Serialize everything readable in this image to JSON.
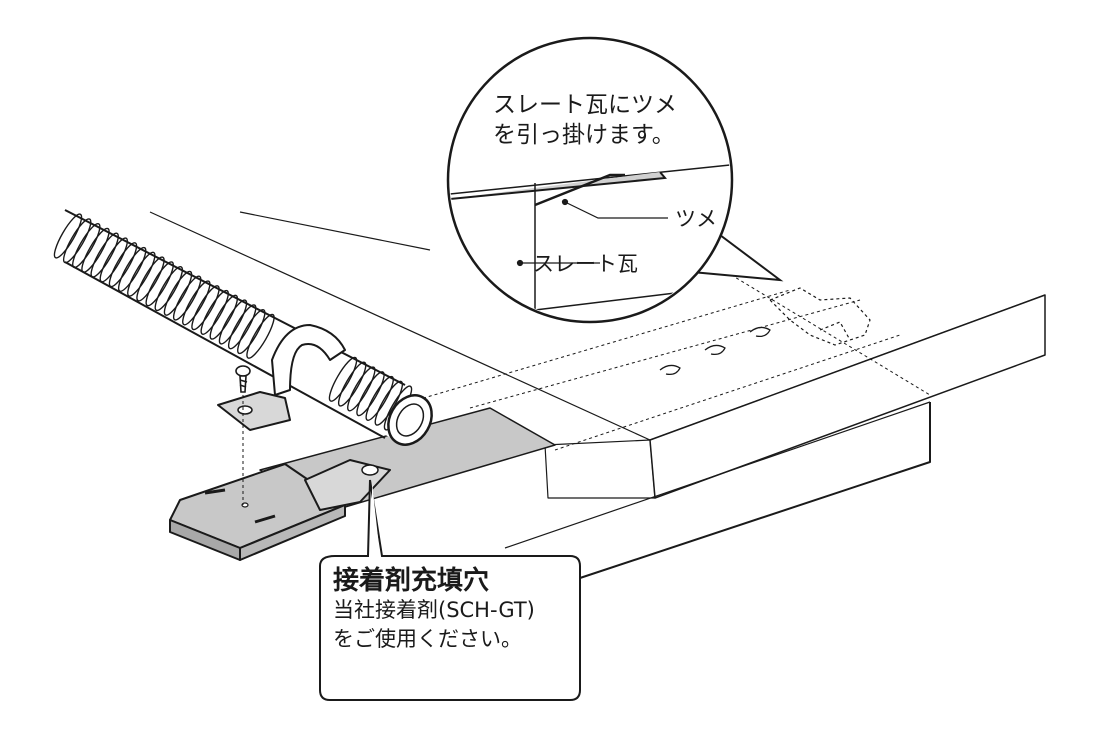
{
  "callout": {
    "title": "接着剤充填穴",
    "line1": "当社接着剤(SCH-GT)",
    "line2": "をご使用ください。"
  },
  "detail": {
    "line1": "スレート瓦にツメ",
    "line2": "を引っ掛けます。",
    "label_tab": "ツメ",
    "label_slate": "スレート瓦"
  },
  "colors": {
    "line": "#1a1a1a",
    "plate": "#c8c8c8",
    "slate_top": "#ffffff",
    "background": "#ffffff"
  },
  "icons": {
    "screw": "screw-icon",
    "pipe": "corrugated-pipe",
    "clamp": "pipe-saddle-clamp",
    "bracket": "mounting-bracket"
  }
}
